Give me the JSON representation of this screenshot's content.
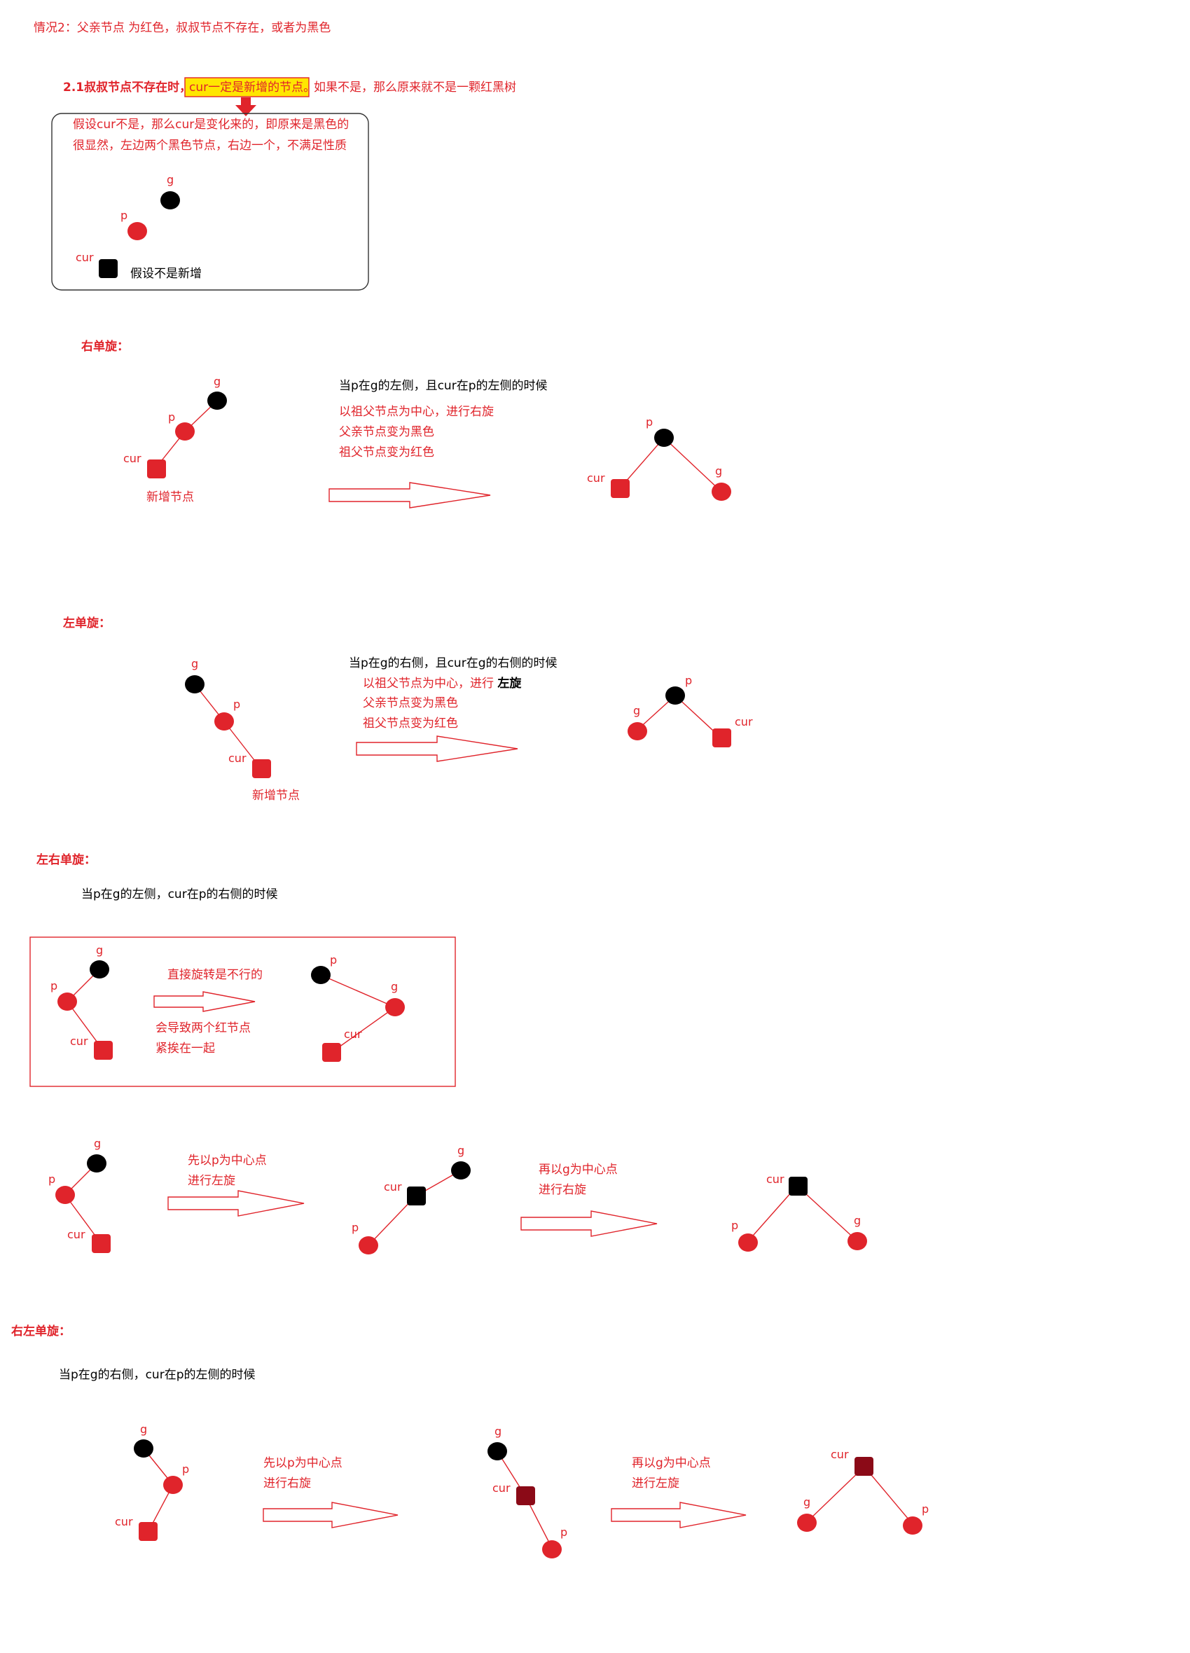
{
  "colors": {
    "red": "#e0242b",
    "black": "#000000",
    "darkred": "#8b0a17",
    "highlight": "#ffe600"
  },
  "header": {
    "case_title": "情况2：父亲节点 为红色，叔叔节点不存在，或者为黑色"
  },
  "uncle_missing": {
    "title": "2.1叔叔节点不存在时，",
    "highlight": "cur一定是新增的节点。",
    "rest": "如果不是，那么原来就不是一颗红黑树",
    "box_line1": "假设cur不是，那么cur是变化来的，即原来是黑色的",
    "box_line2": "很显然，左边两个黑色节点，右边一个，不满足性质",
    "label_g": "g",
    "label_p": "p",
    "label_cur": "cur",
    "note": "假设不是新增"
  },
  "right_rotate": {
    "title": "右单旋：",
    "condition": "当p在g的左侧，且cur在p的左侧的时候",
    "step1": "以祖父节点为中心，进行右旋",
    "step2": "父亲节点变为黑色",
    "step3": "祖父节点变为红色",
    "new_node": "新增节点",
    "label_g": "g",
    "label_p": "p",
    "label_cur": "cur"
  },
  "left_rotate": {
    "title": "左单旋：",
    "condition": "当p在g的右侧，且cur在g的右侧的时候",
    "step1": "以祖父节点为中心，进行 ",
    "step1_bold": "左旋",
    "step2": "父亲节点变为黑色",
    "step3": "祖父节点变为红色",
    "new_node": "新增节点",
    "label_g": "g",
    "label_p": "p",
    "label_cur": "cur"
  },
  "left_right": {
    "title": "左右单旋：",
    "condition": "当p在g的左侧，cur在p的右侧的时候",
    "box_note1": "直接旋转是不行的",
    "box_note2": "会导致两个红节点",
    "box_note3": "紧挨在一起",
    "step1_line1": "先以p为中心点",
    "step1_line2": "进行左旋",
    "step2_line1": "再以g为中心点",
    "step2_line2": "进行右旋",
    "label_g": "g",
    "label_p": "p",
    "label_cur": "cur"
  },
  "right_left": {
    "title": "右左单旋：",
    "condition": "当p在g的右侧，cur在p的左侧的时候",
    "step1_line1": "先以p为中心点",
    "step1_line2": "进行右旋",
    "step2_line1": "再以g为中心点",
    "step2_line2": "进行左旋",
    "label_g": "g",
    "label_p": "p",
    "label_cur": "cur"
  }
}
